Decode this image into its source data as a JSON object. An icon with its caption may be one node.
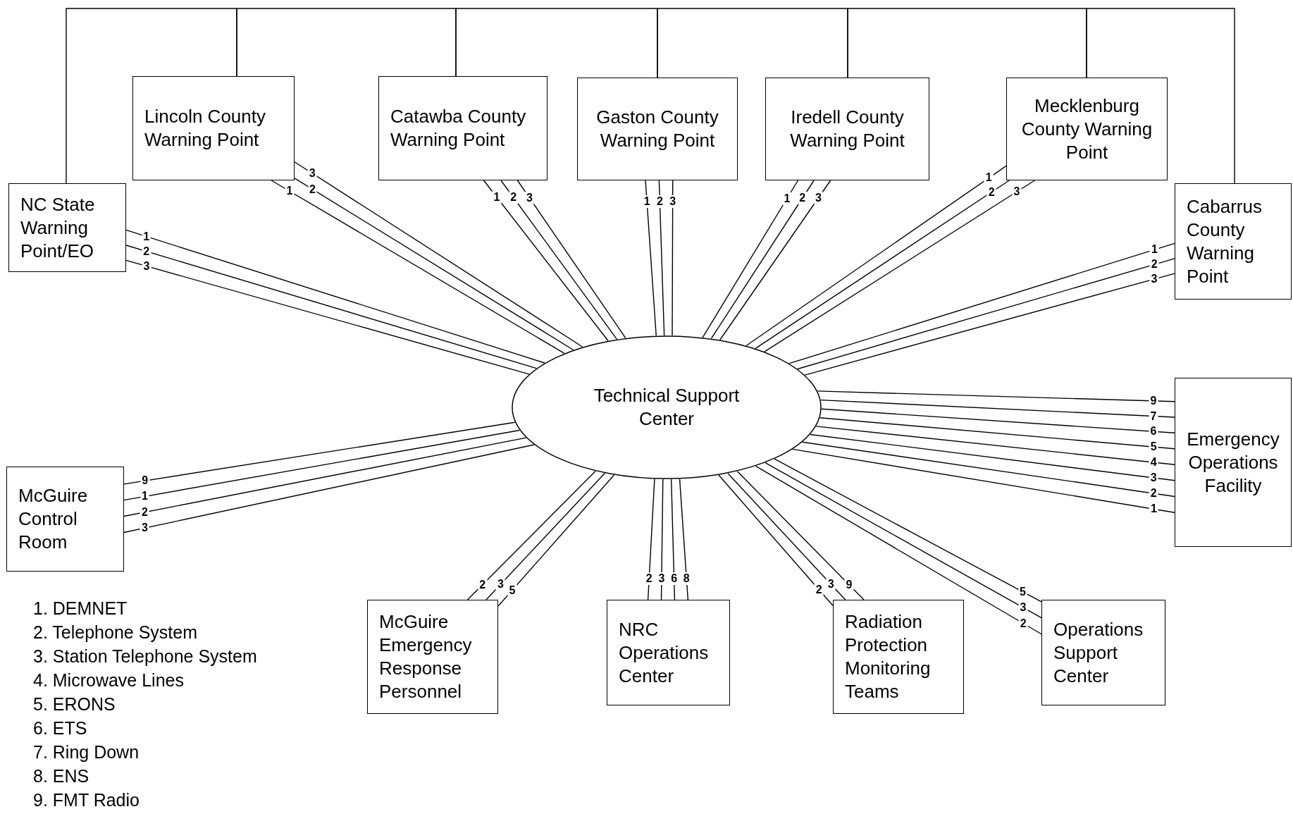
{
  "diagram": {
    "nodes": [
      {
        "text": [
          "Lincoln County Warning Point"
        ]
      },
      {
        "text": [
          "Catawba County Warning Point"
        ]
      },
      {
        "text": [
          "Gaston County Warning Point"
        ]
      },
      {
        "text": [
          "Iredell County Warning Point"
        ]
      },
      {
        "text": [
          "Mecklenburg County Warning Point"
        ]
      },
      {
        "text": [
          "NC State Warning Point/EO"
        ]
      },
      {
        "text": [
          "Cabarrus County Warning Point"
        ]
      },
      {
        "text": [
          "Technical Support Center"
        ]
      },
      {
        "text": [
          "Emergency Operations Facility"
        ]
      },
      {
        "text": [
          "McGuire Control Room"
        ]
      },
      {
        "text": [
          "McGuire Emergency Response Personnel"
        ]
      },
      {
        "text": [
          "NRC Operations Center"
        ]
      },
      {
        "text": [
          "Radiation Protection Monitoring Teams"
        ]
      },
      {
        "text": [
          "Operations Support Center"
        ]
      }
    ],
    "edges": [
      {
        "from": 5,
        "to": 0,
        "arrow": "none"
      },
      {
        "from": 0,
        "to": 1,
        "arrow": "none"
      },
      {
        "from": 1,
        "to": 2,
        "arrow": "none"
      },
      {
        "from": 2,
        "to": 3,
        "arrow": "none"
      },
      {
        "from": 3,
        "to": 4,
        "arrow": "none"
      },
      {
        "from": 4,
        "to": 6,
        "arrow": "none"
      },
      {
        "from": 0,
        "to": 7,
        "arrow": "none",
        "label": "1"
      },
      {
        "from": 0,
        "to": 7,
        "arrow": "none",
        "label": "2"
      },
      {
        "from": 0,
        "to": 7,
        "arrow": "none",
        "label": "3"
      },
      {
        "from": 1,
        "to": 7,
        "arrow": "none",
        "label": "1"
      },
      {
        "from": 1,
        "to": 7,
        "arrow": "none",
        "label": "2"
      },
      {
        "from": 1,
        "to": 7,
        "arrow": "none",
        "label": "3"
      },
      {
        "from": 2,
        "to": 7,
        "arrow": "none",
        "label": "1"
      },
      {
        "from": 2,
        "to": 7,
        "arrow": "none",
        "label": "2"
      },
      {
        "from": 2,
        "to": 7,
        "arrow": "none",
        "label": "3"
      },
      {
        "from": 3,
        "to": 7,
        "arrow": "none",
        "label": "1"
      },
      {
        "from": 3,
        "to": 7,
        "arrow": "none",
        "label": "2"
      },
      {
        "from": 3,
        "to": 7,
        "arrow": "none",
        "label": "3"
      },
      {
        "from": 4,
        "to": 7,
        "arrow": "none",
        "label": "1"
      },
      {
        "from": 4,
        "to": 7,
        "arrow": "none",
        "label": "2"
      },
      {
        "from": 4,
        "to": 7,
        "arrow": "none",
        "label": "3"
      },
      {
        "from": 5,
        "to": 7,
        "arrow": "none",
        "label": "1"
      },
      {
        "from": 5,
        "to": 7,
        "arrow": "none",
        "label": "2"
      },
      {
        "from": 5,
        "to": 7,
        "arrow": "none",
        "label": "3"
      },
      {
        "from": 6,
        "to": 7,
        "arrow": "none",
        "label": "1"
      },
      {
        "from": 6,
        "to": 7,
        "arrow": "none",
        "label": "2"
      },
      {
        "from": 6,
        "to": 7,
        "arrow": "none",
        "label": "3"
      },
      {
        "from": 8,
        "to": 7,
        "arrow": "none",
        "label": "9"
      },
      {
        "from": 8,
        "to": 7,
        "arrow": "none",
        "label": "7"
      },
      {
        "from": 8,
        "to": 7,
        "arrow": "none",
        "label": "6"
      },
      {
        "from": 8,
        "to": 7,
        "arrow": "none",
        "label": "5"
      },
      {
        "from": 8,
        "to": 7,
        "arrow": "none",
        "label": "4"
      },
      {
        "from": 8,
        "to": 7,
        "arrow": "none",
        "label": "3"
      },
      {
        "from": 8,
        "to": 7,
        "arrow": "none",
        "label": "2"
      },
      {
        "from": 8,
        "to": 7,
        "arrow": "none",
        "label": "1"
      },
      {
        "from": 9,
        "to": 7,
        "arrow": "none",
        "label": "9"
      },
      {
        "from": 9,
        "to": 7,
        "arrow": "none",
        "label": "1"
      },
      {
        "from": 9,
        "to": 7,
        "arrow": "none",
        "label": "2"
      },
      {
        "from": 9,
        "to": 7,
        "arrow": "none",
        "label": "3"
      },
      {
        "from": 10,
        "to": 7,
        "arrow": "none",
        "label": "2"
      },
      {
        "from": 10,
        "to": 7,
        "arrow": "none",
        "label": "3"
      },
      {
        "from": 10,
        "to": 7,
        "arrow": "none",
        "label": "5"
      },
      {
        "from": 11,
        "to": 7,
        "arrow": "none",
        "label": "2"
      },
      {
        "from": 11,
        "to": 7,
        "arrow": "none",
        "label": "3"
      },
      {
        "from": 11,
        "to": 7,
        "arrow": "none",
        "label": "6"
      },
      {
        "from": 11,
        "to": 7,
        "arrow": "none",
        "label": "8"
      },
      {
        "from": 12,
        "to": 7,
        "arrow": "none",
        "label": "2"
      },
      {
        "from": 12,
        "to": 7,
        "arrow": "none",
        "label": "3"
      },
      {
        "from": 12,
        "to": 7,
        "arrow": "none",
        "label": "9"
      },
      {
        "from": 13,
        "to": 7,
        "arrow": "none",
        "label": "2"
      },
      {
        "from": 13,
        "to": 7,
        "arrow": "none",
        "label": "3"
      },
      {
        "from": 13,
        "to": 7,
        "arrow": "none",
        "label": "5"
      }
    ],
    "labels": [
      "1. DEMNET",
      "2. Telephone System",
      "3. Station Telephone System",
      "4. Microwave Lines",
      "5. ERONS",
      "6. ETS",
      "7. Ring Down",
      "8. ENS",
      "9. FMT Radio"
    ]
  }
}
